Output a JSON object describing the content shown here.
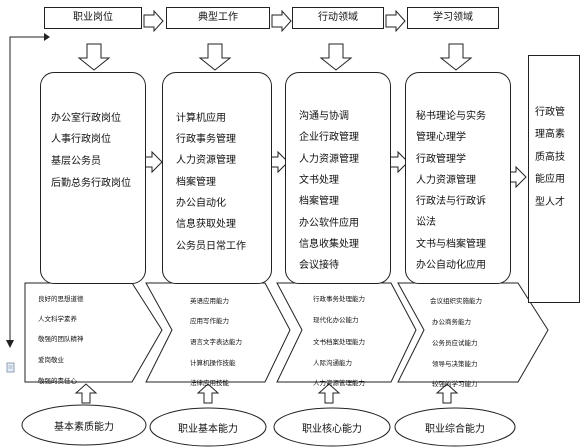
{
  "headers": [
    {
      "id": "post",
      "label": "职业岗位"
    },
    {
      "id": "work",
      "label": "典型工作"
    },
    {
      "id": "action",
      "label": "行动领域"
    },
    {
      "id": "learn",
      "label": "学习领域"
    }
  ],
  "columns": {
    "post": [
      "办公室行政岗位",
      "人事行政岗位",
      "基层公务员",
      "后勤总务行政岗位"
    ],
    "work": [
      "计算机应用",
      "行政事务管理",
      "人力资源管理",
      "档案管理",
      "办公自动化",
      "信息获取处理",
      "公务员日常工作"
    ],
    "action": [
      "沟通与协调",
      "企业行政管理",
      "人力资源管理",
      "文书处理",
      "档案管理",
      "办公软件应用",
      "信息收集处理",
      "会议接待"
    ],
    "learn": [
      "秘书理论与实务",
      "管理心理学",
      "行政管理学",
      "人力资源管理",
      "行政法与行政诉",
      "讼法",
      "文书与档案管理",
      "办公自动化应用"
    ]
  },
  "outcome": [
    "行政管",
    "理高素",
    "质高技",
    "能应用",
    "型人才"
  ],
  "chevrons": {
    "basic": [
      "良好的思想道德",
      "人文科学素养",
      "敬强的团队精神",
      "爱岗敬业",
      "敬强的责任心"
    ],
    "core_basic": [
      "英语应用能力",
      "应用写作能力",
      "语言文字表达能力",
      "计算机操作技能",
      "法律应用技能"
    ],
    "core": [
      "行政事务处理能力",
      "现代化办公能力",
      "文书档案处理能力",
      "人际沟通能力",
      "人力资源管理能力"
    ],
    "comprehensive": [
      "会议组织实施能力",
      "办公商务能力",
      "公务员应试能力",
      "领导与决策能力",
      "较强的学习能力"
    ]
  },
  "ovals": [
    {
      "id": "basic",
      "label": "基本素质能力"
    },
    {
      "id": "core_basic",
      "label": "职业基本能力"
    },
    {
      "id": "core",
      "label": "职业核心能力"
    },
    {
      "id": "comprehensive",
      "label": "职业综合能力"
    }
  ]
}
